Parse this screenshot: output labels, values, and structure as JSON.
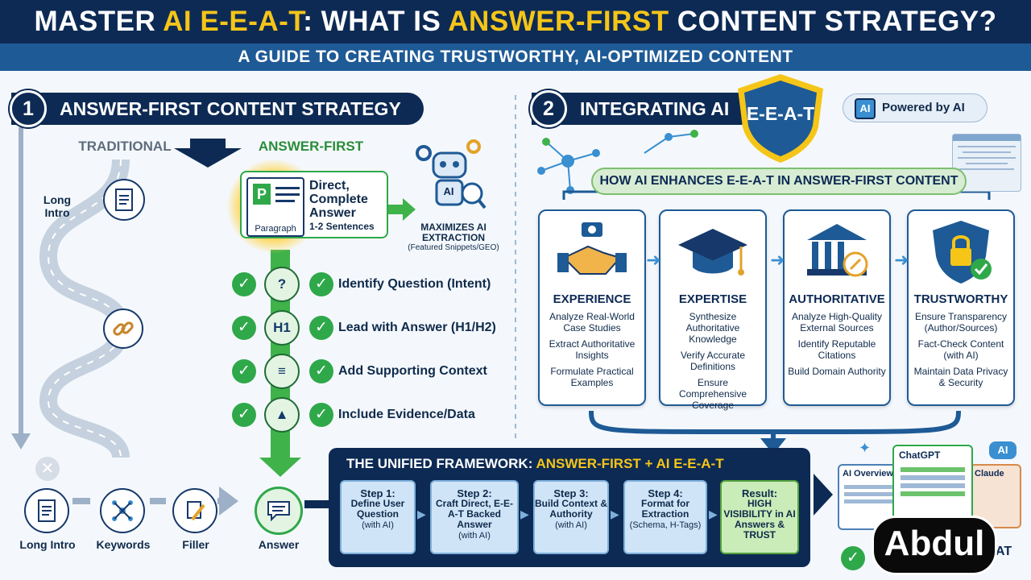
{
  "header": {
    "title_pre": "MASTER ",
    "title_hl1": "AI E-E-A-T",
    "title_mid": ": WHAT IS ",
    "title_hl2": "ANSWER-FIRST",
    "title_post": " CONTENT STRATEGY?",
    "subtitle": "A GUIDE TO CREATING TRUSTWORTHY, AI-OPTIMIZED CONTENT"
  },
  "section1": {
    "number": "1",
    "title": "ANSWER-FIRST CONTENT STRATEGY",
    "traditional_label": "TRADITIONAL",
    "answer_first_label": "ANSWER-FIRST",
    "traditional_items": [
      "Long Intro",
      "Long Intro",
      "Keywords",
      "Filler"
    ],
    "answer_label": "Answer",
    "paragraph_icon_letter": "P",
    "paragraph_label": "Paragraph",
    "direct_answer": {
      "line1": "Direct,",
      "line2": "Complete",
      "line3": "Answer",
      "line4": "1-2 Sentences"
    },
    "ai_badge": "AI",
    "maximizes": {
      "line1": "MAXIMIZES AI",
      "line2": "EXTRACTION",
      "line3": "(Featured Snippets/GEO)"
    },
    "steps": [
      {
        "icon": "?",
        "label": "Identify Question (Intent)"
      },
      {
        "icon": "H1",
        "label": "Lead with Answer (H1/H2)"
      },
      {
        "icon": "≡",
        "label": "Add Supporting Context"
      },
      {
        "icon": "▲",
        "label": "Include Evidence/Data"
      }
    ]
  },
  "section2": {
    "number": "2",
    "title": "INTEGRATING AI",
    "shield_text": "E-E-A-T",
    "powered_chip": "AI",
    "powered_label": "Powered by AI",
    "enhance_title": "HOW AI ENHANCES E-E-A-T IN ANSWER-FIRST CONTENT",
    "cards": [
      {
        "title": "EXPERIENCE",
        "items": [
          "Analyze Real-World Case Studies",
          "Extract Authoritative Insights",
          "Formulate Practical Examples"
        ]
      },
      {
        "title": "EXPERTISE",
        "items": [
          "Synthesize Authoritative Knowledge",
          "Verify Accurate Definitions",
          "Ensure Comprehensive Coverage"
        ]
      },
      {
        "title": "AUTHORITATIVE",
        "items": [
          "Analyze High-Quality External Sources",
          "Identify Reputable Citations",
          "Build Domain Authority"
        ]
      },
      {
        "title": "TRUSTWORTHY",
        "items": [
          "Ensure Transparency (Author/Sources)",
          "Fact-Check Content (with AI)",
          "Maintain Data Privacy & Security"
        ]
      }
    ]
  },
  "framework": {
    "title_pre": "THE UNIFIED FRAMEWORK: ",
    "title_hl": "ANSWER-FIRST + AI E-E-A-T",
    "steps": [
      {
        "name": "Step 1:",
        "text": "Define User Question",
        "note": "(with AI)"
      },
      {
        "name": "Step 2:",
        "text": "Craft Direct, E-E-A-T Backed Answer",
        "note": "(with AI)"
      },
      {
        "name": "Step 3:",
        "text": "Build Context & Authority",
        "note": "(with AI)"
      },
      {
        "name": "Step 4:",
        "text": "Format for Extraction",
        "note": "(Schema, H-Tags)"
      }
    ],
    "result": {
      "name": "Result:",
      "text": "HIGH VISIBILITY in AI Answers & TRUST"
    }
  },
  "ai_platforms": {
    "overview": "AI Overview",
    "chatgpt": "ChatGPT",
    "claude": "Claude",
    "ai_badge": "AI",
    "partial_text": "AT"
  },
  "watermark": "Abdul",
  "colors": {
    "navy": "#0d2a54",
    "gold": "#f5c518",
    "green": "#2fa84a",
    "blue": "#1e5a95"
  }
}
